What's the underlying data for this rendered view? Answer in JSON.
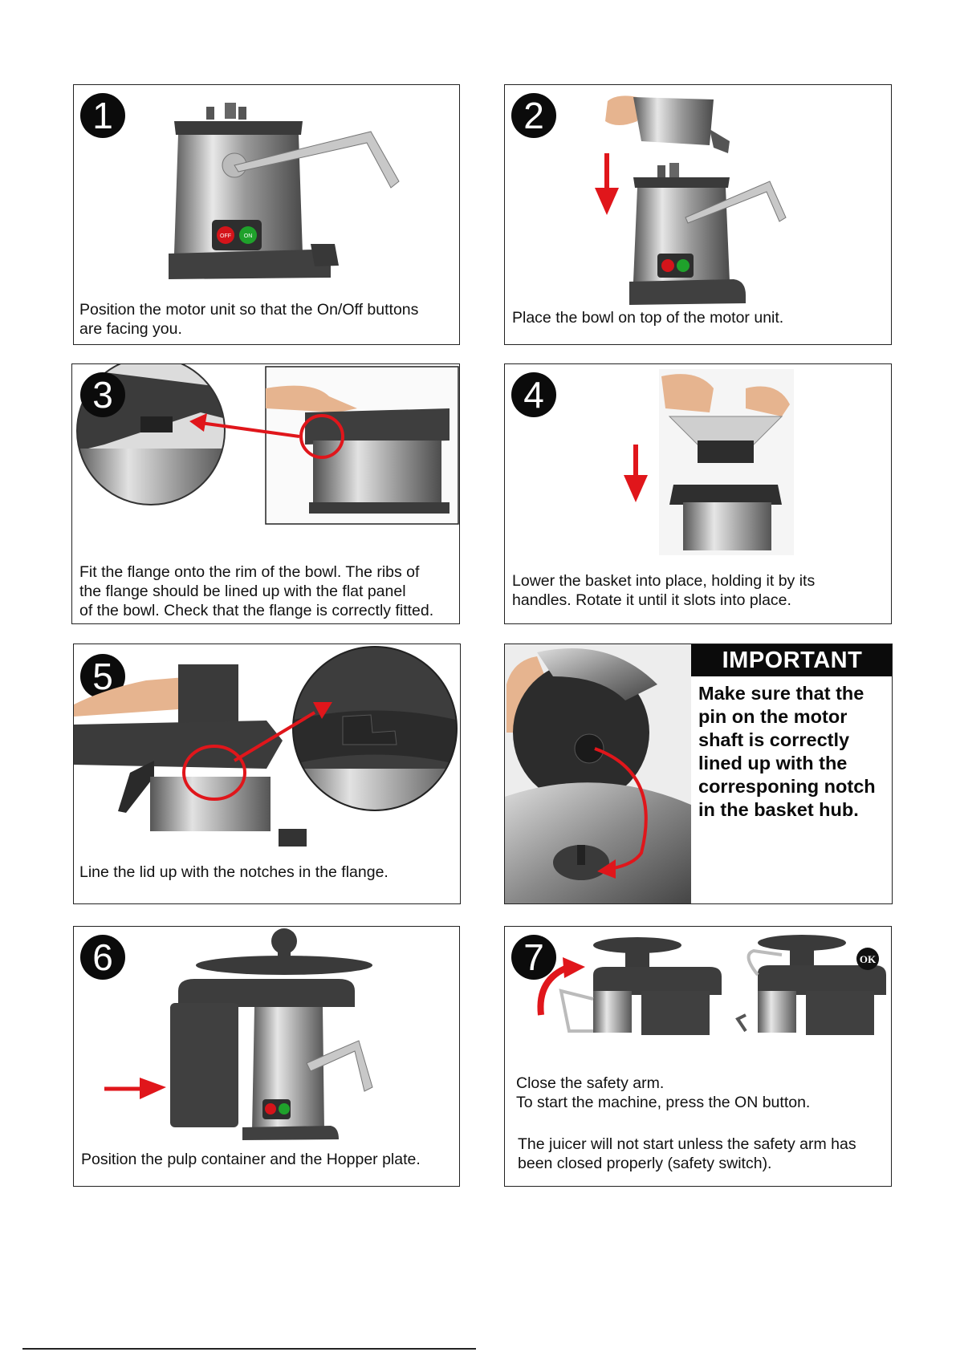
{
  "steps": [
    {
      "number": "1",
      "caption": "Position the motor unit so that the On/Off buttons\nare facing you.",
      "buttons": [
        "OFF",
        "ON"
      ]
    },
    {
      "number": "2",
      "caption": "Place the bowl on top of the motor unit."
    },
    {
      "number": "3",
      "caption": "Fit the flange onto the rim of the bowl. The ribs of\n the flange should be lined up with the flat panel\nof the bowl. Check that the flange is correctly fitted."
    },
    {
      "number": "4",
      "caption": "Lower the basket into place, holding it by its\nhandles. Rotate it until it slots into place."
    },
    {
      "number": "5",
      "caption": "Line the lid up with the notches in the flange."
    },
    {
      "number": "6",
      "caption": "Position the pulp container and the Hopper plate."
    },
    {
      "number": "7",
      "caption": "Close the safety arm.\nTo start the machine, press the ON button.",
      "note": "The juicer will not start unless the safety arm has\nbeen closed properly (safety switch).",
      "ok_badge": "OK"
    }
  ],
  "important": {
    "title": "IMPORTANT",
    "body": "Make sure that the\npin on the motor\nshaft is correctly\nlined up with the\ncorresponing notch\nin the basket hub."
  },
  "colors": {
    "arrow": "#e0161b",
    "off_button": "#d4141a",
    "on_button": "#1fa12b"
  }
}
